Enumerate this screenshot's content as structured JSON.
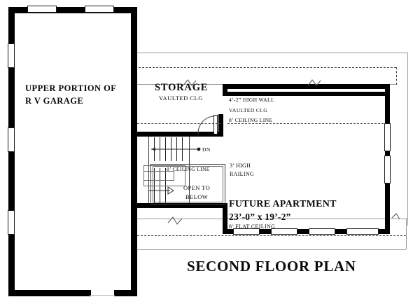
{
  "drawing": {
    "title": "SECOND FLOOR PLAN",
    "sheet_type": "architectural-floor-plan"
  },
  "rooms": [
    {
      "id": "rv-garage",
      "name_line1": "UPPER PORTION OF",
      "name_line2": "R V GARAGE"
    },
    {
      "id": "storage",
      "name": "STORAGE",
      "ceiling_note": "VAULTED CLG"
    },
    {
      "id": "future-apartment",
      "name": "FUTURE APARTMENT",
      "dimensions": "23’-0” x 19’-2”",
      "ceiling_note": "8’ FLAT CEILING"
    }
  ],
  "annotations": {
    "high_wall": "4’-2” HIGH WALL",
    "vaulted_clg": "VAULTED CLG",
    "ceiling_line_upper": "8’ CEILING LINE",
    "railing_line1": "3’ HIGH",
    "railing_line2": "RAILING",
    "ceiling_line_stair": "8’ CEILING LINE",
    "open_to_line1": "OPEN TO",
    "open_to_line2": "BELOW",
    "stair_direction": "DN"
  },
  "colors": {
    "wall": "#000000",
    "thin_line": "#9a9a9a",
    "dashed_line": "#3a3a3a",
    "window_fill": "#ffffff",
    "text": "#0a0a0a",
    "background": "#ffffff"
  },
  "icons": {
    "stair_direction_marker": "dn-arrow-icon",
    "door_swing": "door-swing-icon",
    "line_break": "break-symbol-icon"
  }
}
